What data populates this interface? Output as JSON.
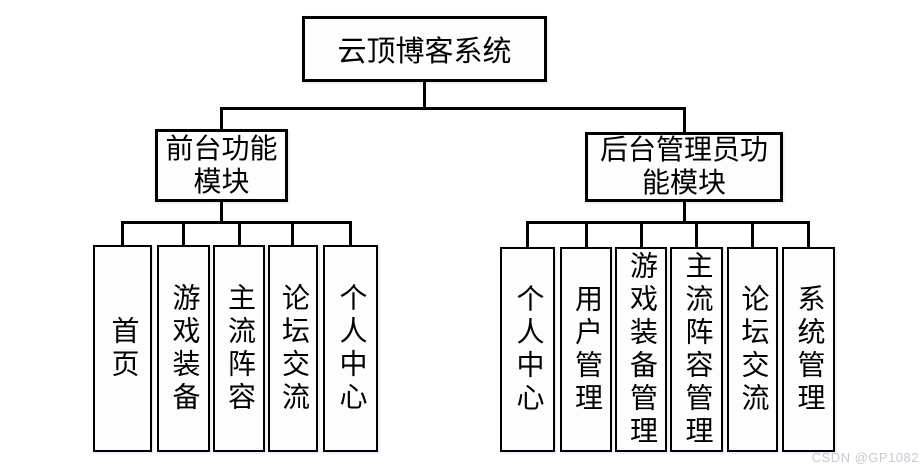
{
  "diagram": {
    "title_node": {
      "label": "云顶博客系统"
    },
    "branches": [
      {
        "id": "frontend",
        "label": "前台功能模块",
        "lines": [
          "前台功能",
          "模块"
        ],
        "children": [
          "首页",
          "游戏装备",
          "主流阵容",
          "论坛交流",
          "个人中心"
        ]
      },
      {
        "id": "admin",
        "label": "后台管理员功能模块",
        "lines": [
          "后台管理员功",
          "能模块"
        ],
        "children": [
          "个人中心",
          "用户管理",
          "游戏装备管理",
          "主流阵容管理",
          "论坛交流",
          "系统管理"
        ]
      }
    ]
  },
  "watermark": "CSDN @GP1082",
  "colors": {
    "line": "#000000",
    "box_border": "#000000",
    "box_fill": "#ffffff",
    "background": "#ffffff",
    "watermark": "#c8c8d2"
  }
}
